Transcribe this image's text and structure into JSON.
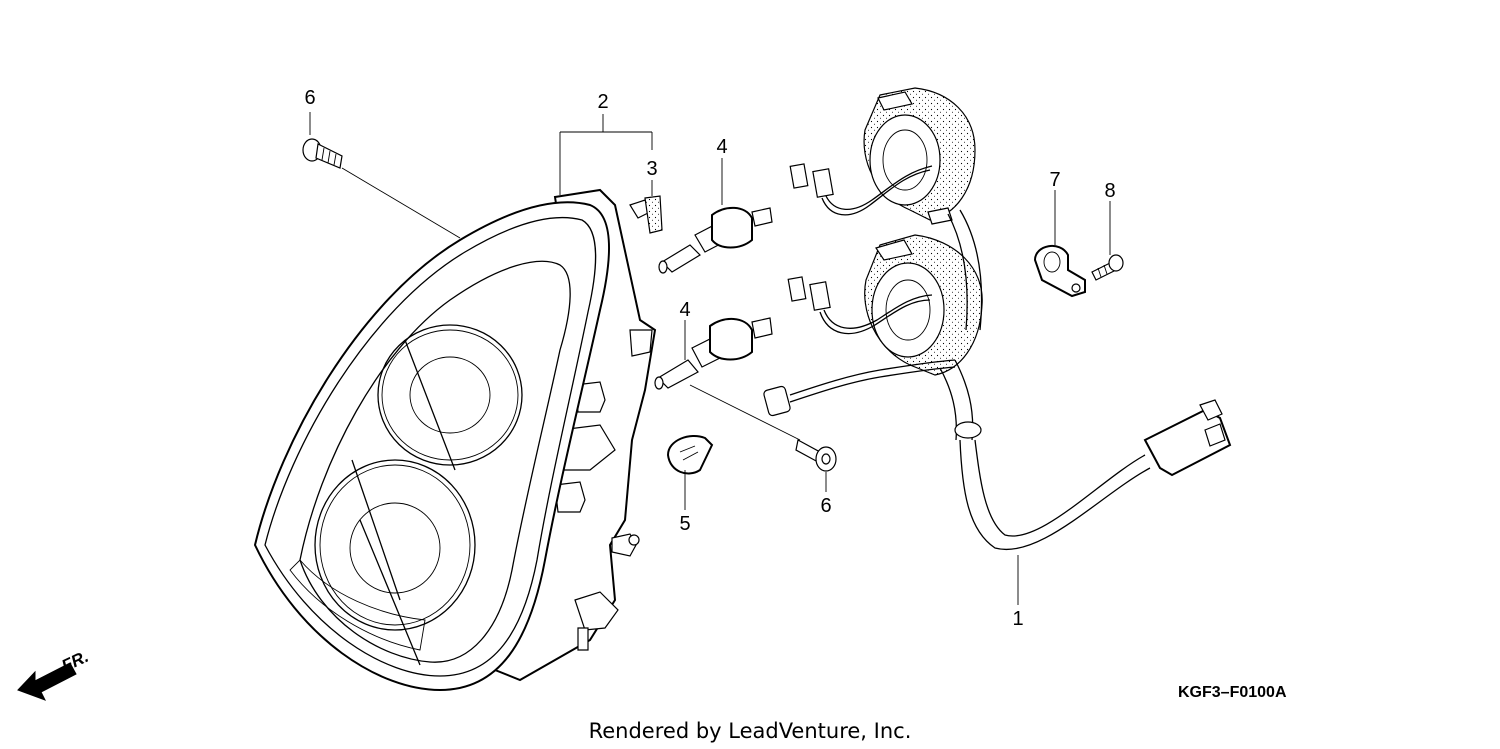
{
  "diagram": {
    "callouts": [
      {
        "id": "c6a",
        "label": "6"
      },
      {
        "id": "c2",
        "label": "2"
      },
      {
        "id": "c3",
        "label": "3"
      },
      {
        "id": "c4a",
        "label": "4"
      },
      {
        "id": "c4b",
        "label": "4"
      },
      {
        "id": "c5",
        "label": "5"
      },
      {
        "id": "c6b",
        "label": "6"
      },
      {
        "id": "c7",
        "label": "7"
      },
      {
        "id": "c8",
        "label": "8"
      },
      {
        "id": "c1",
        "label": "1"
      }
    ],
    "direction_label": "FR.",
    "diagram_code": "KGF3–F0100A",
    "credit": "Rendered by LeadVenture, Inc."
  }
}
